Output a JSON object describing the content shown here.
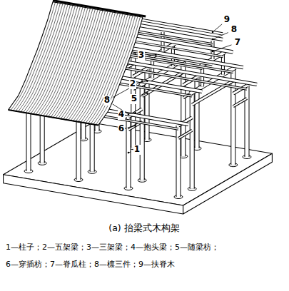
{
  "diagram": {
    "caption": "(a) 抬梁式木构架",
    "labels": [
      "9",
      "8",
      "7",
      "3",
      "2",
      "5",
      "4",
      "6",
      "1",
      "8",
      "1—柱子；2—五架梁；3—三架梁；4—抱头梁；5—随梁枋；",
      "6—穿插枋；7—脊瓜柱；8—檩三件；9—扶脊木"
    ]
  }
}
